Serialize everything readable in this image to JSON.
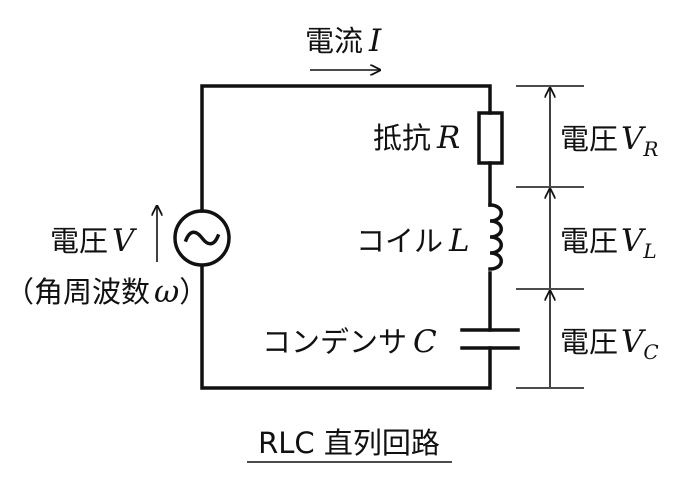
{
  "current": {
    "label": "電流",
    "symbol": "I"
  },
  "source": {
    "voltage_label": "電圧",
    "voltage_symbol": "V",
    "angular_prefix": "（角周波数",
    "angular_symbol": "ω",
    "angular_suffix": "）"
  },
  "resistor": {
    "label": "抵抗",
    "symbol": "R",
    "voltage_label": "電圧",
    "voltage_symbol": "V",
    "voltage_subscript": "R"
  },
  "inductor": {
    "label": "コイル",
    "symbol": "L",
    "voltage_label": "電圧",
    "voltage_symbol": "V",
    "voltage_subscript": "L"
  },
  "capacitor": {
    "label": "コンデンサ",
    "symbol": "C",
    "voltage_label": "電圧",
    "voltage_symbol": "V",
    "voltage_subscript": "C"
  },
  "caption": "RLC 直列回路"
}
